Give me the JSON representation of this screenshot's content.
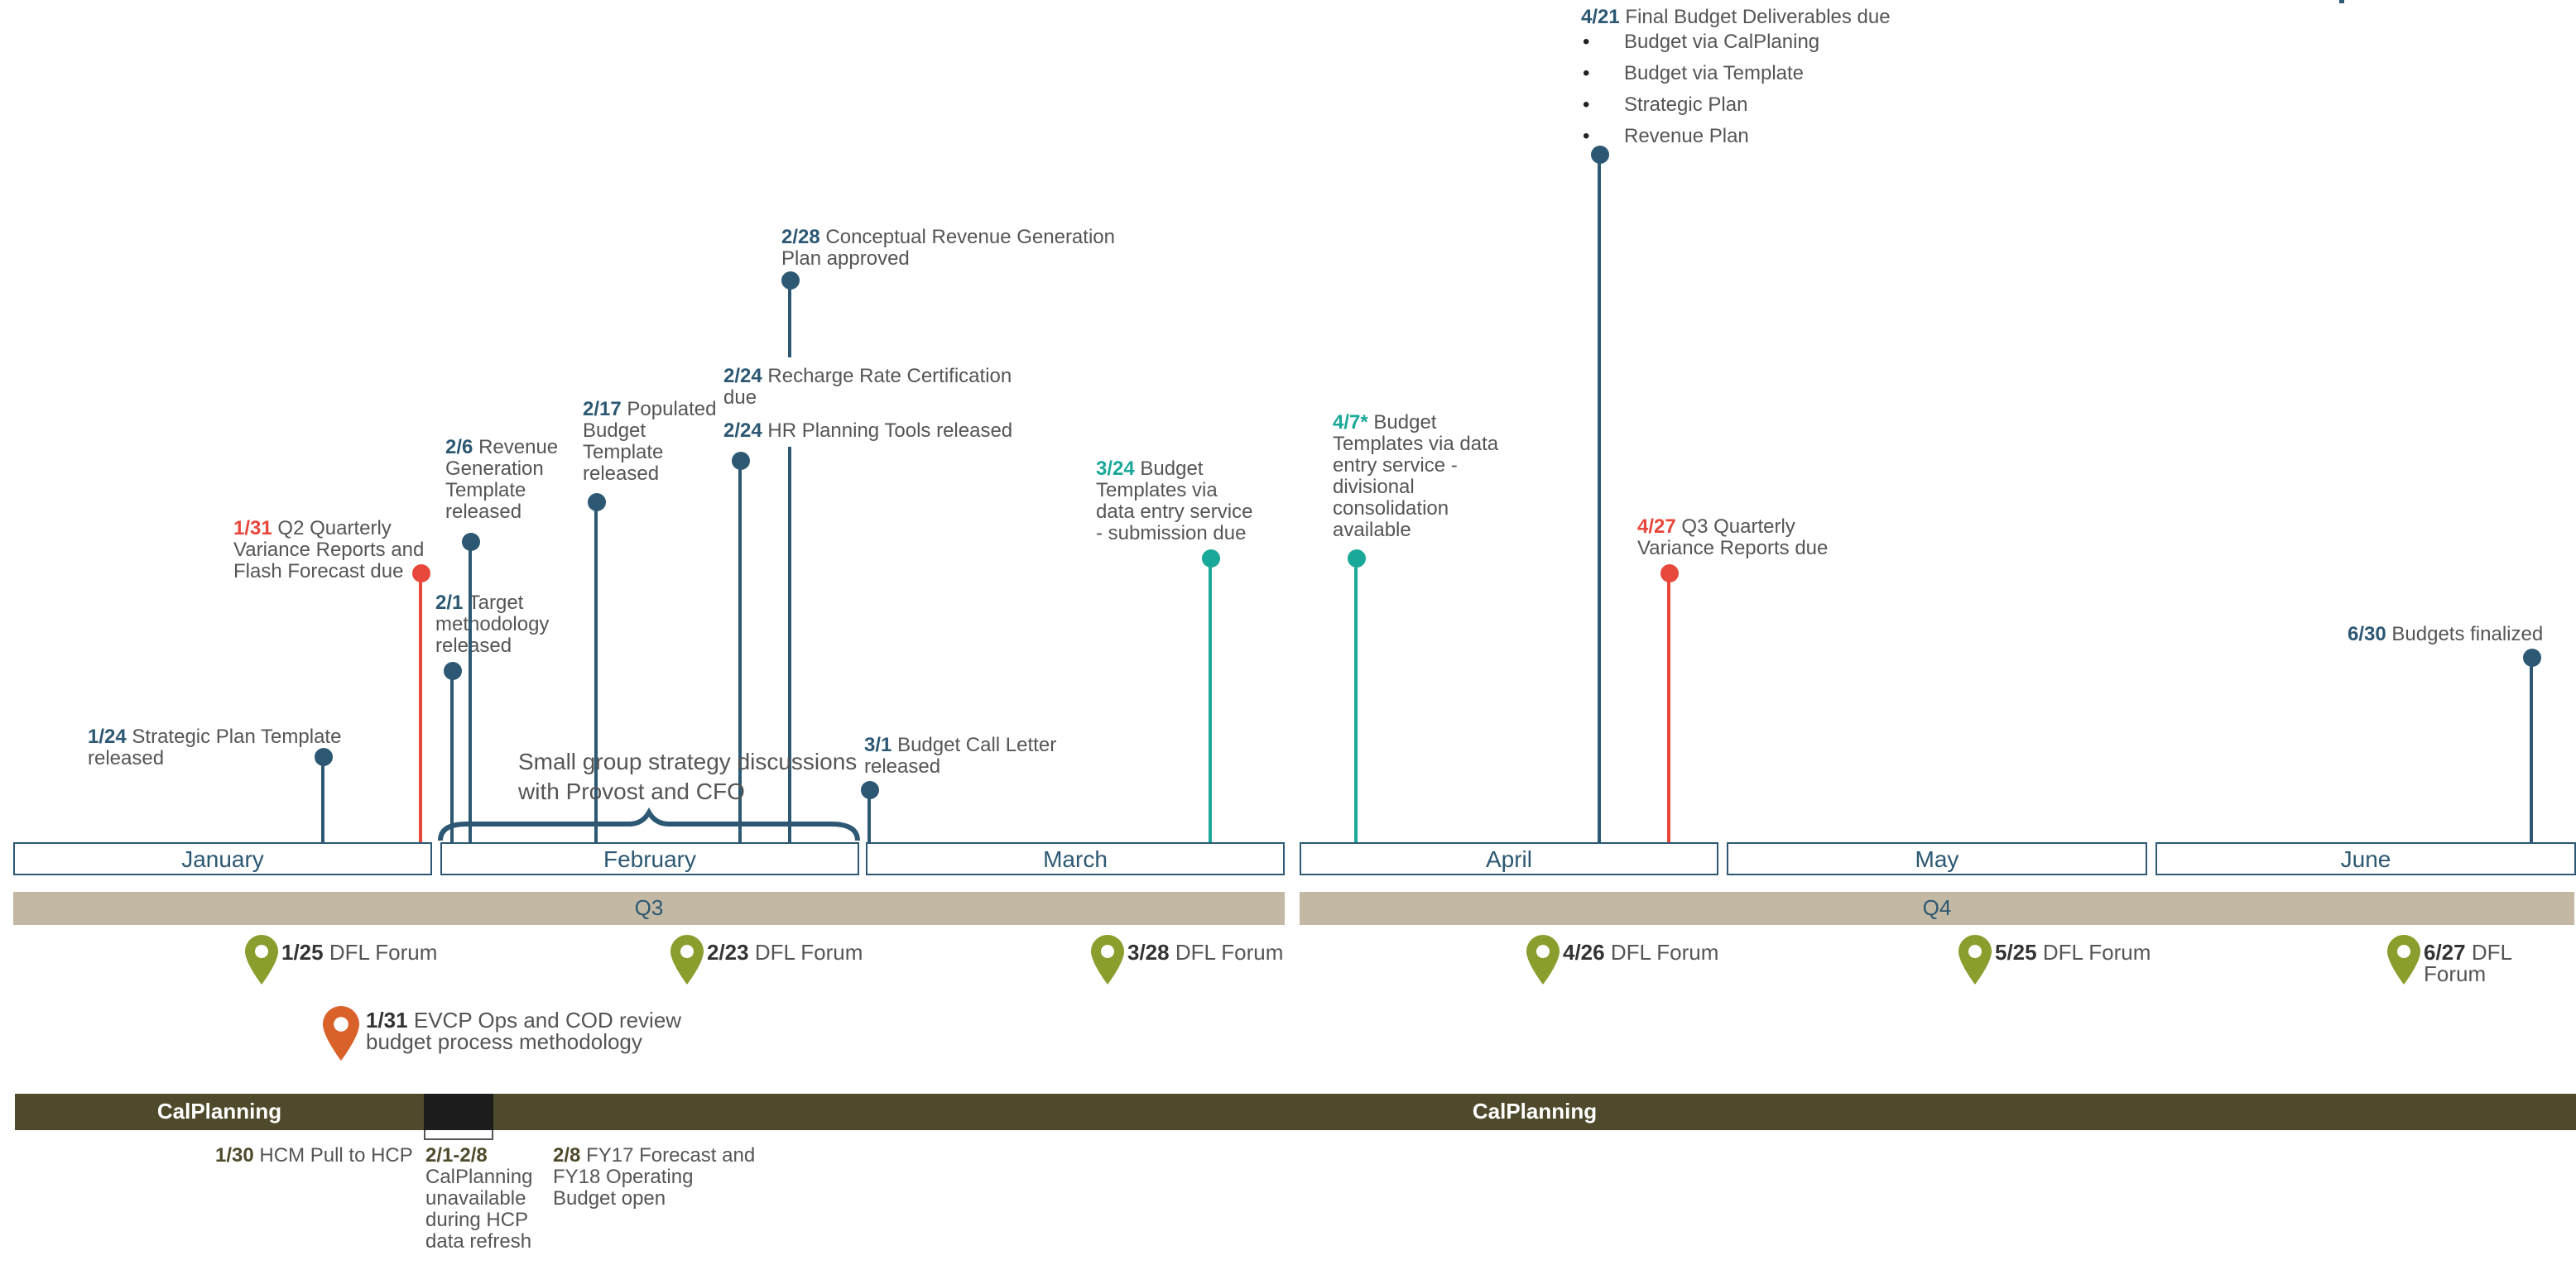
{
  "colors": {
    "navy": "#2c5873",
    "red": "#e8473b",
    "teal": "#1aa898",
    "olive": "#8a9e2e",
    "orange": "#d9622b",
    "tan": "#c2b8a3",
    "darkolive": "#4f4a2b"
  },
  "events": {
    "e_0124": {
      "date": "1/24",
      "text": "Strategic Plan Template released"
    },
    "e_0131": {
      "date": "1/31",
      "text": "Q2 Quarterly Variance Reports and Flash Forecast due"
    },
    "e_0206": {
      "date": "2/6",
      "text": "Revenue Generation Template released"
    },
    "e_0201": {
      "date": "2/1",
      "text": "Target methodology released"
    },
    "e_0217": {
      "date": "2/17",
      "text": "Populated Budget Template released"
    },
    "e_0224a": {
      "date": "2/24",
      "text": "Recharge Rate Certification due"
    },
    "e_0224b": {
      "date": "2/24",
      "text": "HR Planning Tools released"
    },
    "e_0228": {
      "date": "2/28",
      "text": "Conceptual Revenue Generation Plan approved"
    },
    "e_0301": {
      "date": "3/1",
      "text": "Budget Call Letter released"
    },
    "e_0324": {
      "date": "3/24",
      "text": "Budget Templates via data entry service - submission due"
    },
    "e_0407": {
      "date": "4/7*",
      "text": "Budget Templates via data entry service - divisional consolidation available"
    },
    "e_0421": {
      "date": "4/21",
      "text": "Final Budget Deliverables due",
      "bullets": [
        "Budget via CalPlaning",
        "Budget via Template",
        "Strategic Plan",
        "Revenue Plan"
      ]
    },
    "e_0427": {
      "date": "4/27",
      "text": "Q3 Quarterly Variance Reports due"
    },
    "e_0630": {
      "date": "6/30",
      "text": "Budgets finalized"
    }
  },
  "brace_text": "Small group strategy discussions with Provost and CFO",
  "months": [
    "January",
    "February",
    "March",
    "April",
    "May",
    "June"
  ],
  "quarters": [
    "Q3",
    "Q4"
  ],
  "forums": [
    {
      "date": "1/25",
      "text": "DFL Forum"
    },
    {
      "date": "2/23",
      "text": "DFL Forum"
    },
    {
      "date": "3/28",
      "text": "DFL Forum"
    },
    {
      "date": "4/26",
      "text": "DFL Forum"
    },
    {
      "date": "5/25",
      "text": "DFL Forum"
    },
    {
      "date": "6/27",
      "text": "DFL Forum"
    }
  ],
  "evcp": {
    "date": "1/31",
    "text": "EVCP Ops and COD review budget process methodology"
  },
  "calplanning": {
    "label_left": "CalPlanning",
    "label_right": "CalPlanning"
  },
  "cp_notes": {
    "hcm": {
      "date": "1/30",
      "text": "HCM Pull to HCP"
    },
    "refresh": {
      "date": "2/1-2/8",
      "text": "CalPlanning unavailable during HCP data refresh"
    },
    "fy": {
      "date": "2/8",
      "text": "FY17 Forecast and FY18 Operating Budget open"
    }
  }
}
